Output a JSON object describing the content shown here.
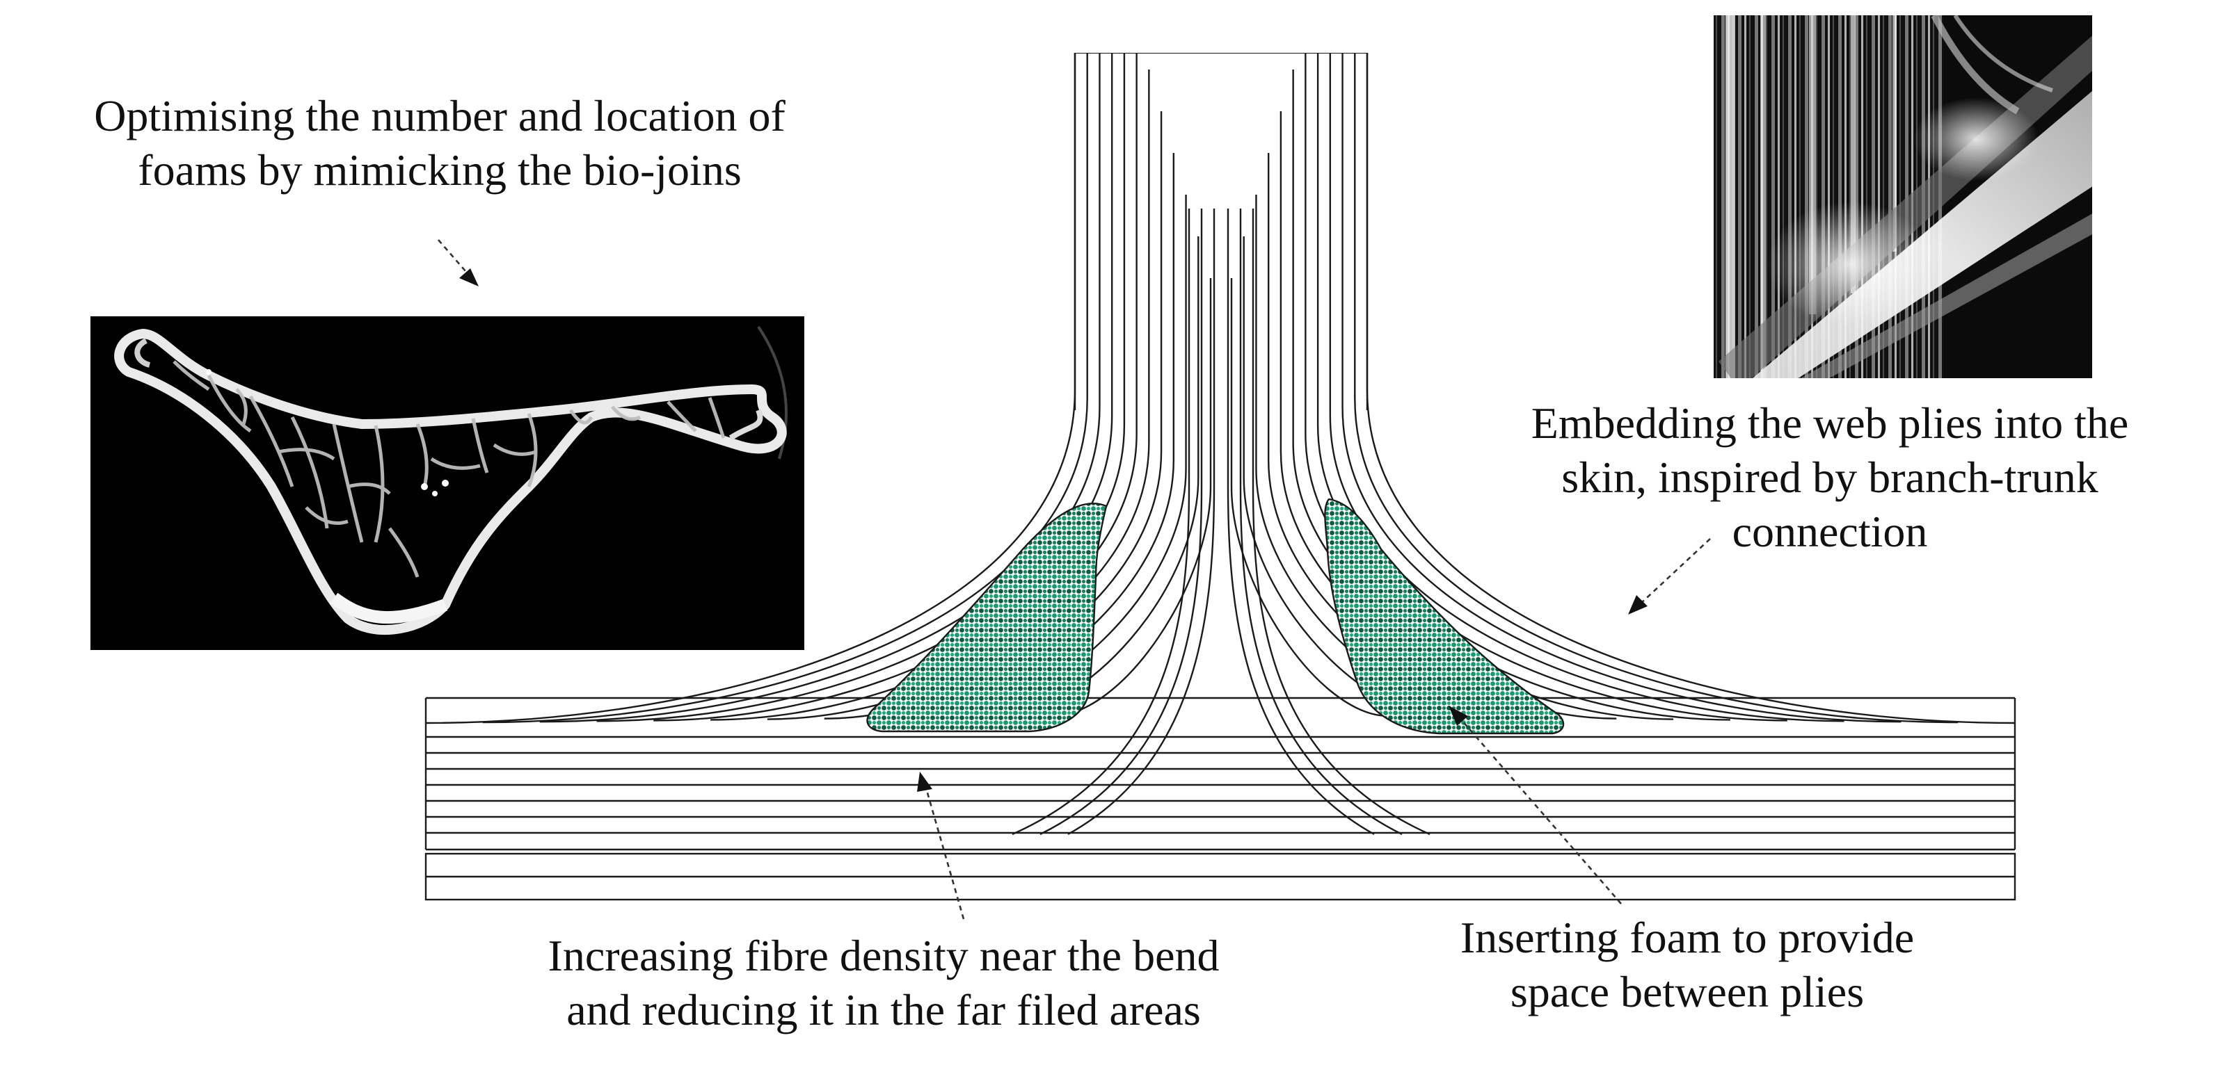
{
  "annotations": {
    "bio_joins": {
      "lines": [
        "Optimising  the number and location of",
        "foams by mimicking  the bio-joins"
      ]
    },
    "branch_trunk": {
      "lines": [
        "Embedding the web plies into the",
        "skin, inspired by branch-trunk",
        "connection"
      ]
    },
    "fibre_density": {
      "lines": [
        "Increasing fibre density near the bend",
        "and reducing it in the far filed areas"
      ]
    },
    "foam_insert": {
      "lines": [
        "Inserting foam to provide",
        "space between plies"
      ]
    }
  },
  "colors": {
    "foam_fill": "#1f9470",
    "foam_dots": "#0d5c42",
    "line": "#1a1a1a",
    "photo_bg": "#000000"
  },
  "images": {
    "bone_micrograph": "bone-cross-section-image",
    "branch_trunk_photo": "branch-trunk-micrograph"
  }
}
